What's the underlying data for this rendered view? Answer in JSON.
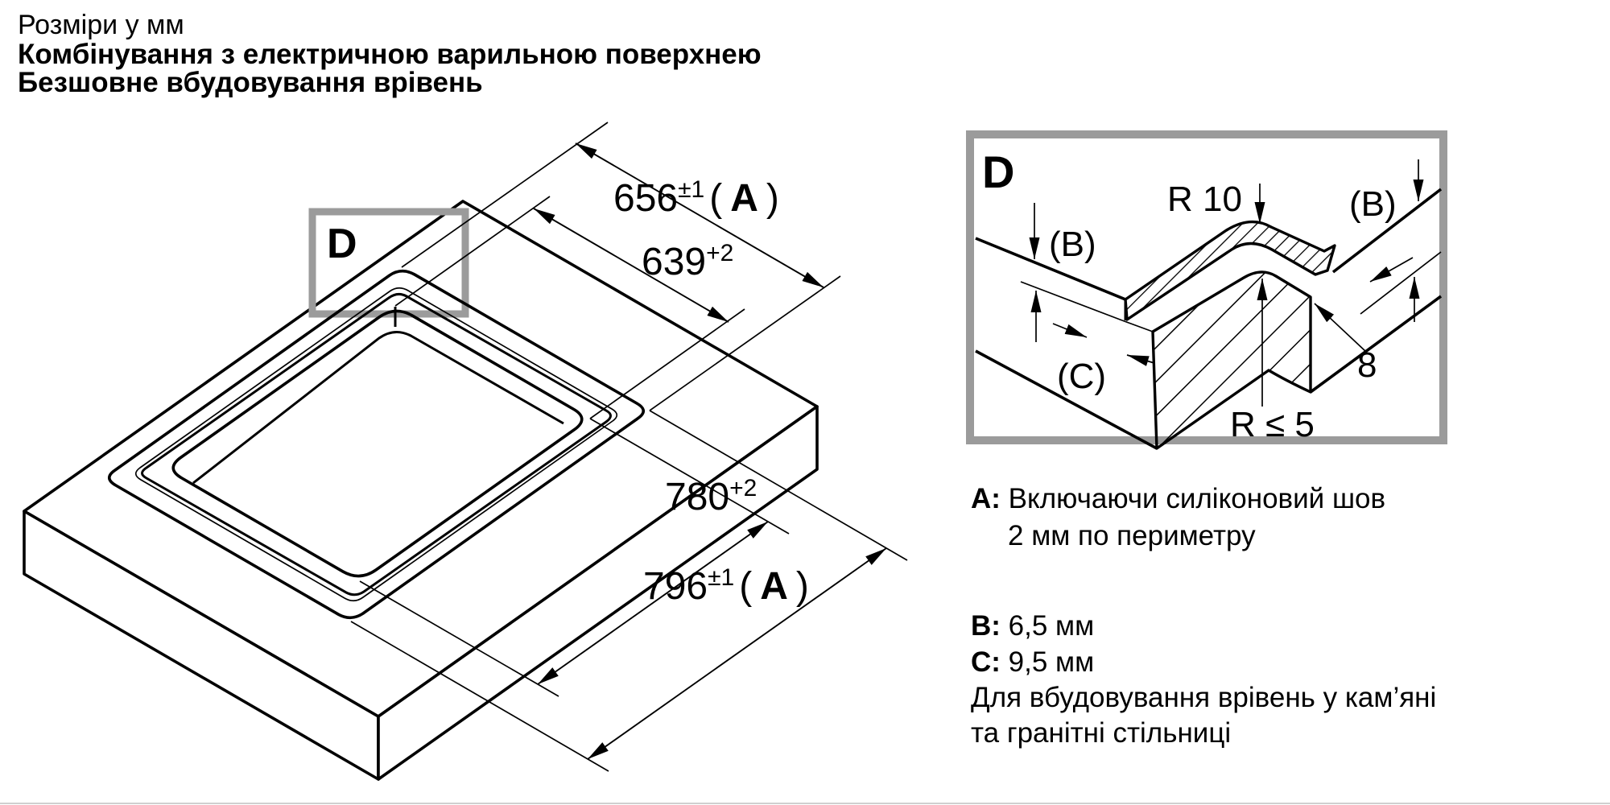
{
  "title": {
    "line1": "Розміри у мм",
    "line2": "Комбінування з електричною варильною поверхнею",
    "line3": "Безшовне вбудовування врівень"
  },
  "main_drawing": {
    "detail_marker": "D",
    "dim_656": {
      "value": "656",
      "sup": "±1",
      "ref_open": "(",
      "ref_letter": "A",
      "ref_close": ")"
    },
    "dim_639": {
      "value": "639",
      "sup": "+2"
    },
    "dim_780": {
      "value": "780",
      "sup": "+2"
    },
    "dim_796": {
      "value": "796",
      "sup": "±1",
      "ref_open": "(",
      "ref_letter": "A",
      "ref_close": ")"
    }
  },
  "detail_view": {
    "label": "D",
    "radius_top": "R 10",
    "b_left": "(B)",
    "b_right": "(B)",
    "edge_width": "8",
    "c_label": "(C)",
    "radius_bottom": "R ≤ 5"
  },
  "legend": {
    "a_key": "A:",
    "a_text_line1": "Включаючи силіконовий шов",
    "a_text_line2": "2 мм по периметру",
    "b_key": "B:",
    "b_value": "6,5 мм",
    "c_key": "C:",
    "c_value": "9,5 мм",
    "note_line1": "Для вбудовування врівень у кам’яні",
    "note_line2": "та гранітні стільниці"
  },
  "colors": {
    "line": "#000000",
    "detail_frame": "#9b9b9b",
    "background": "#ffffff"
  }
}
